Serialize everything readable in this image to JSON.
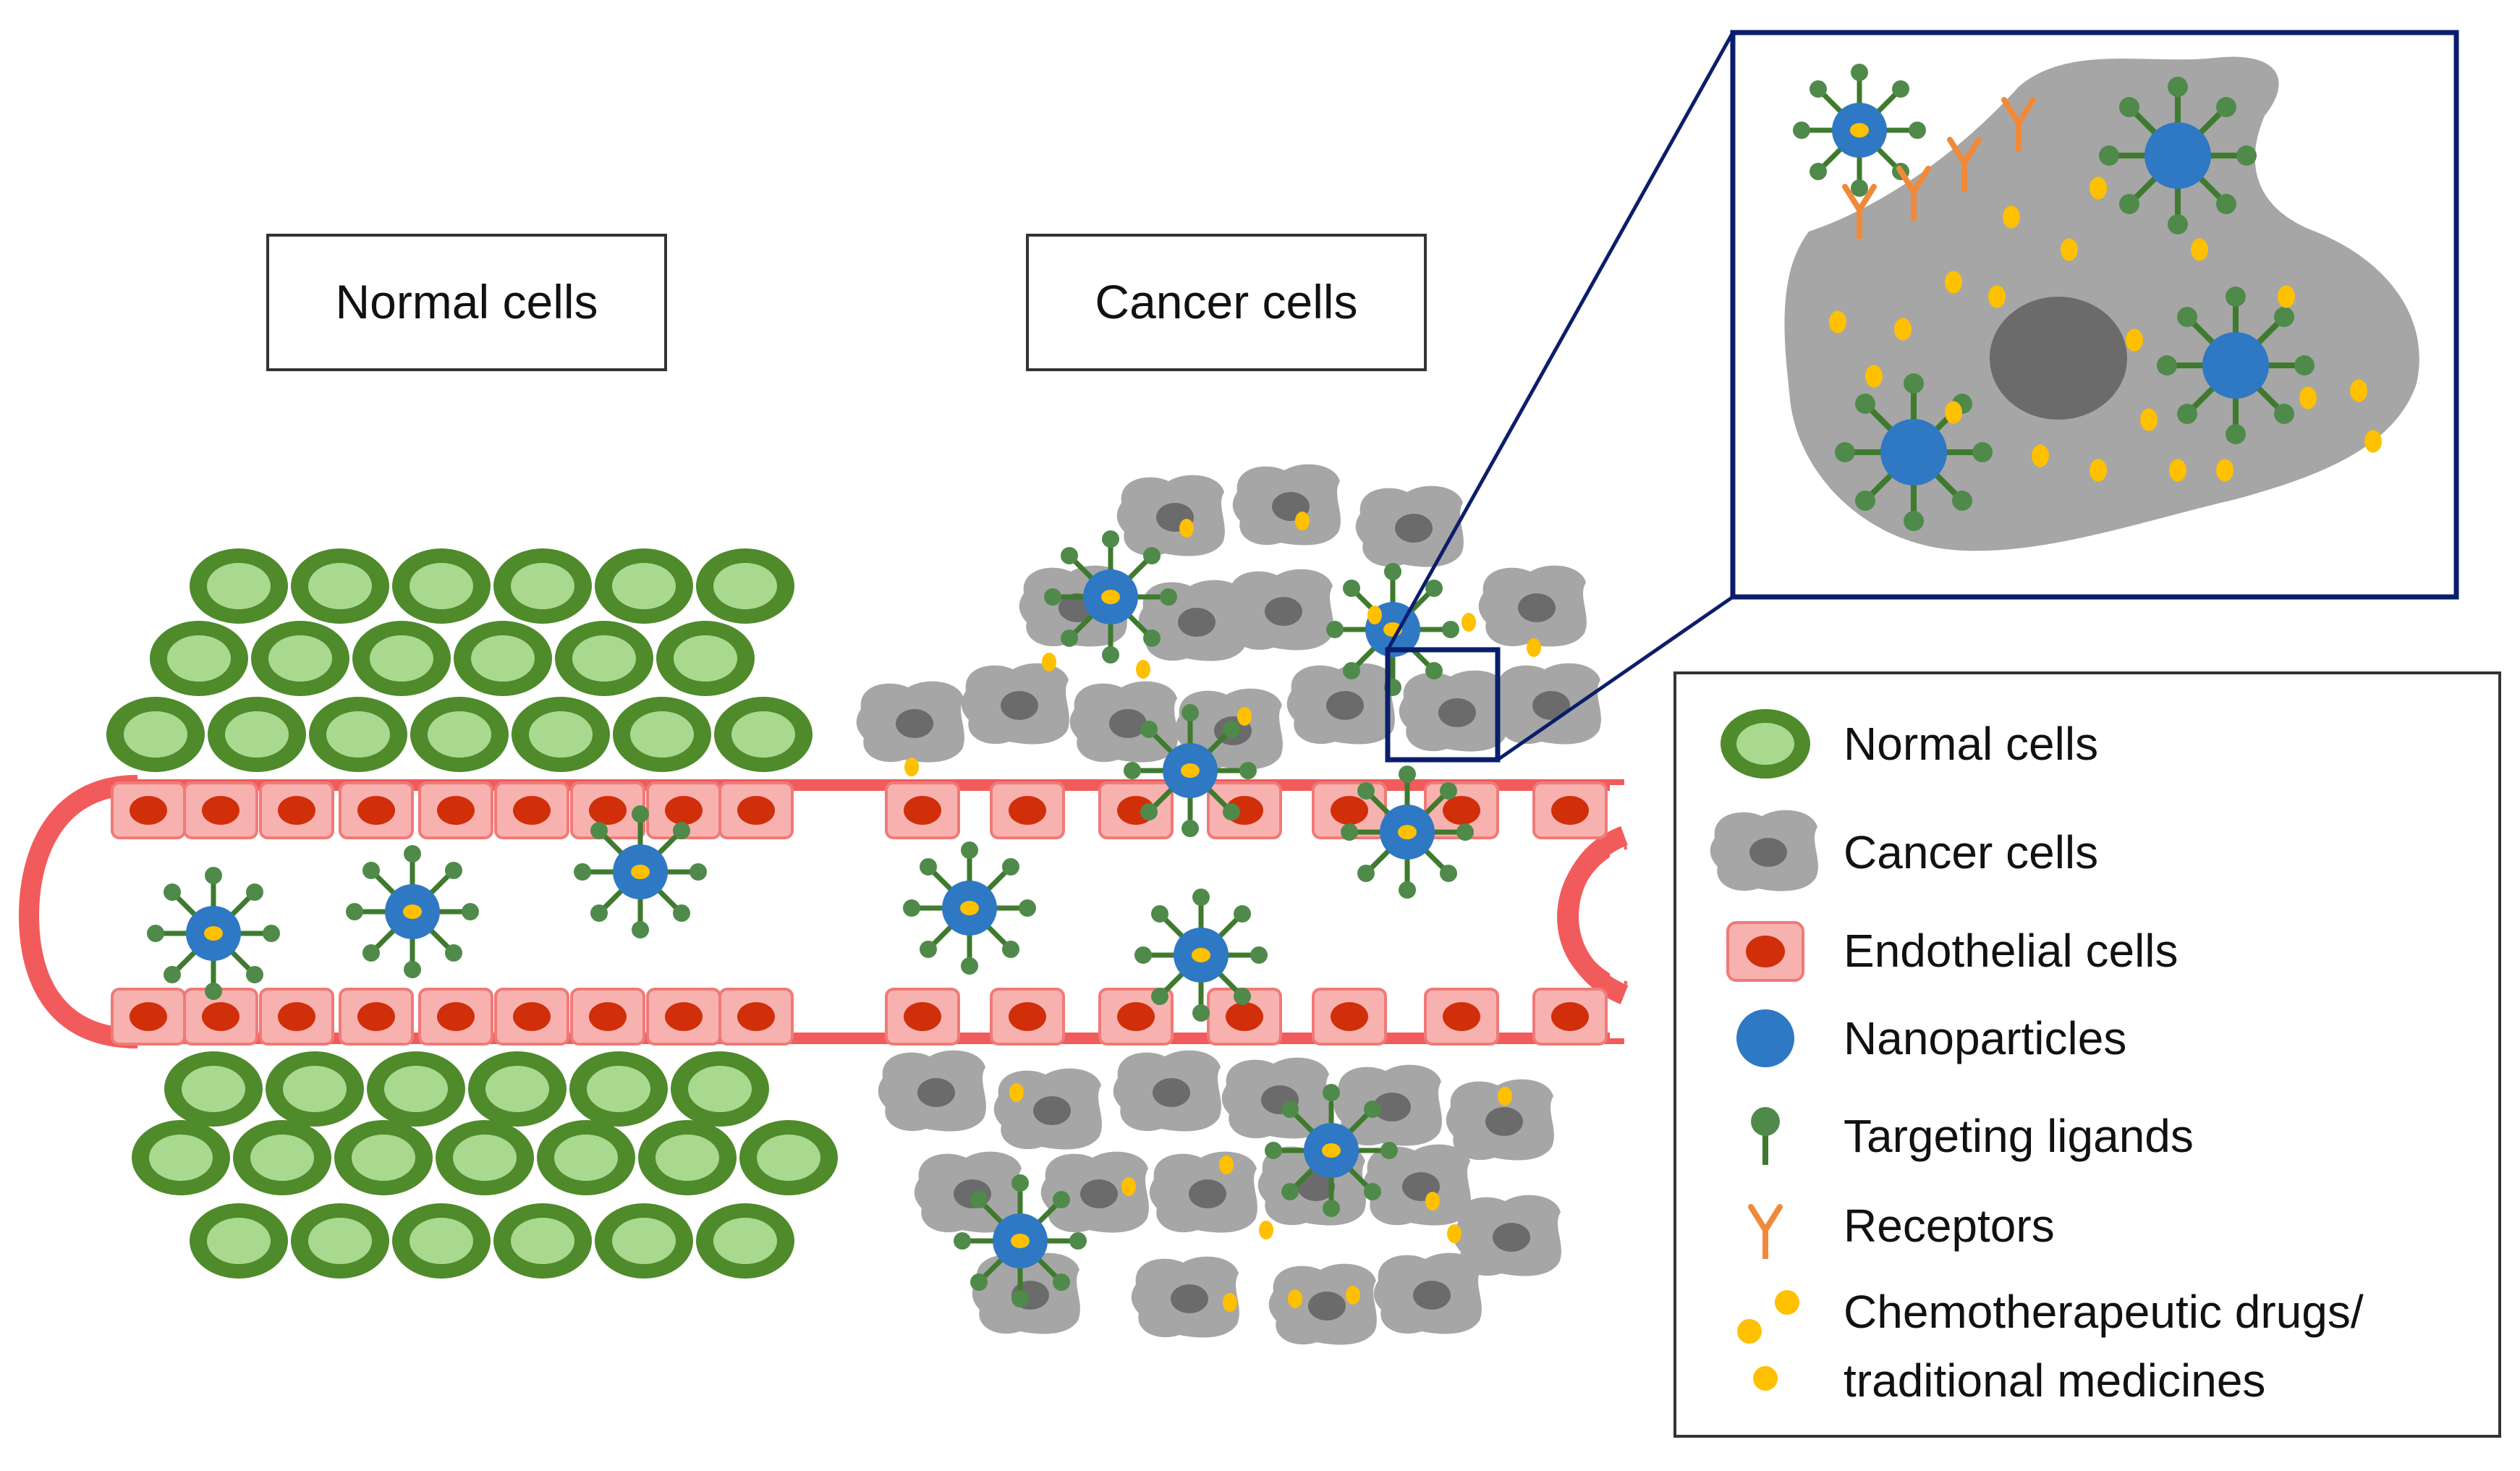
{
  "labels": {
    "normal_cells": "Normal cells",
    "cancer_cells": "Cancer cells"
  },
  "legend": {
    "items": [
      {
        "key": "normal",
        "text": "Normal cells"
      },
      {
        "key": "cancer",
        "text": "Cancer cells"
      },
      {
        "key": "endothelial",
        "text": "Endothelial cells"
      },
      {
        "key": "nanoparticle",
        "text": "Nanoparticles"
      },
      {
        "key": "ligand",
        "text": "Targeting ligands"
      },
      {
        "key": "receptor",
        "text": "Receptors"
      },
      {
        "key": "drug",
        "text": "Chemotherapeutic drugs/",
        "text2": "traditional medicines"
      }
    ]
  },
  "colors": {
    "normal_outer": "#4f8a2b",
    "normal_inner": "#a9d88f",
    "cancer_body": "#a6a6a6",
    "cancer_nucleus": "#6b6b6b",
    "vessel_wall": "#f25b5b",
    "endothelial_fill": "#f7b2b0",
    "endothelial_nucleus": "#d12e0a",
    "nanoparticle": "#2f78c4",
    "ligand": "#3f7a2e",
    "ligand_head": "#4f8a4a",
    "receptor": "#f08a3a",
    "drug": "#ffc000",
    "frame": "#0b1e6b"
  }
}
